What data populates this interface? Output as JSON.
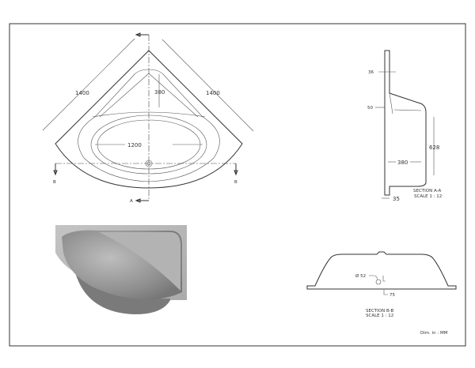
{
  "top_view": {
    "dim_left": "1400",
    "dim_right": "1400",
    "dim_depth": "380",
    "dim_width": "1200",
    "section_b_left": "B",
    "section_b_right": "B",
    "section_a": "A"
  },
  "section_aa": {
    "dim_rim": "36",
    "dim_ledge": "50",
    "dim_height": "628",
    "dim_depth": "380",
    "dim_base": "35",
    "title": "SECTION A-A",
    "scale": "SCALE 1 : 12"
  },
  "section_bb": {
    "dim_drain": "Ø 52",
    "dim_drain_offset": "75",
    "title": "SECTION B-B",
    "scale": "SCALE 1 : 12"
  },
  "units_note": "Dim. in : MM",
  "colors": {
    "line": "#333333",
    "render_gray": "#a8a8a8"
  }
}
